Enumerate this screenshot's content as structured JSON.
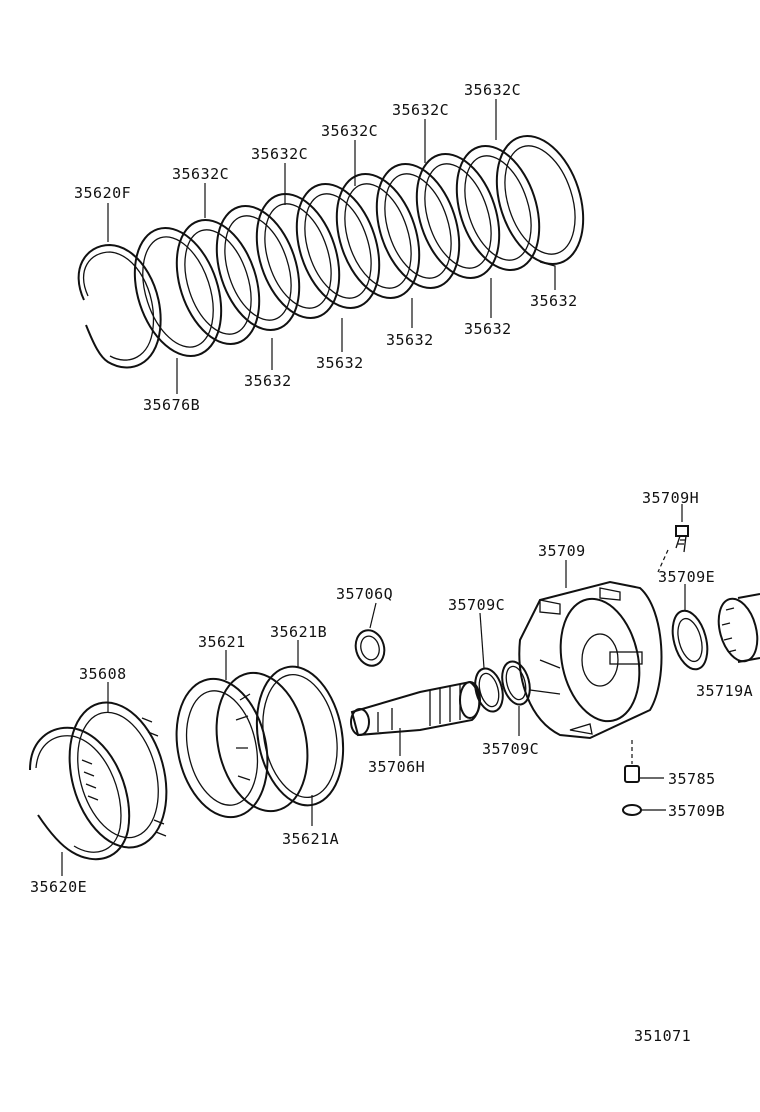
{
  "diagram_code": "351071",
  "labels": {
    "p35620F": "35620F",
    "p35632C_1": "35632C",
    "p35632C_2": "35632C",
    "p35632C_3": "35632C",
    "p35632C_4": "35632C",
    "p35632C_5": "35632C",
    "p35632_1": "35632",
    "p35632_2": "35632",
    "p35632_3": "35632",
    "p35632_4": "35632",
    "p35632_5": "35632",
    "p35676B": "35676B",
    "p35709H": "35709H",
    "p35709": "35709",
    "p35709E": "35709E",
    "p35719A": "35719A",
    "p35706Q": "35706Q",
    "p35709C_1": "35709C",
    "p35709C_2": "35709C",
    "p35621": "35621",
    "p35621B": "35621B",
    "p35608": "35608",
    "p35706H": "35706H",
    "p35785": "35785",
    "p35709B": "35709B",
    "p35621A": "35621A",
    "p35620E": "35620E"
  }
}
